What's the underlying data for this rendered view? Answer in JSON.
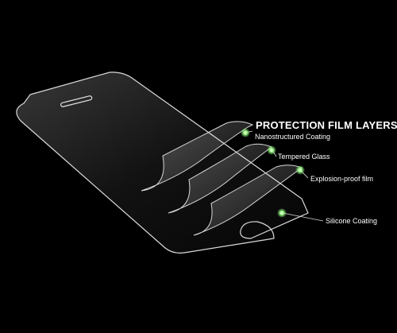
{
  "diagram": {
    "title": "PROTECTION FILM LAYERS",
    "layers": [
      {
        "label": "Nanostructured Coating"
      },
      {
        "label": "Tempered Glass"
      },
      {
        "label": "Explosion-proof film"
      },
      {
        "label": "Silicone Coating"
      }
    ]
  },
  "colors": {
    "background": "#000000",
    "text": "#ffffff",
    "marker": "#8cf07a",
    "outline": "#d9d9d9"
  }
}
